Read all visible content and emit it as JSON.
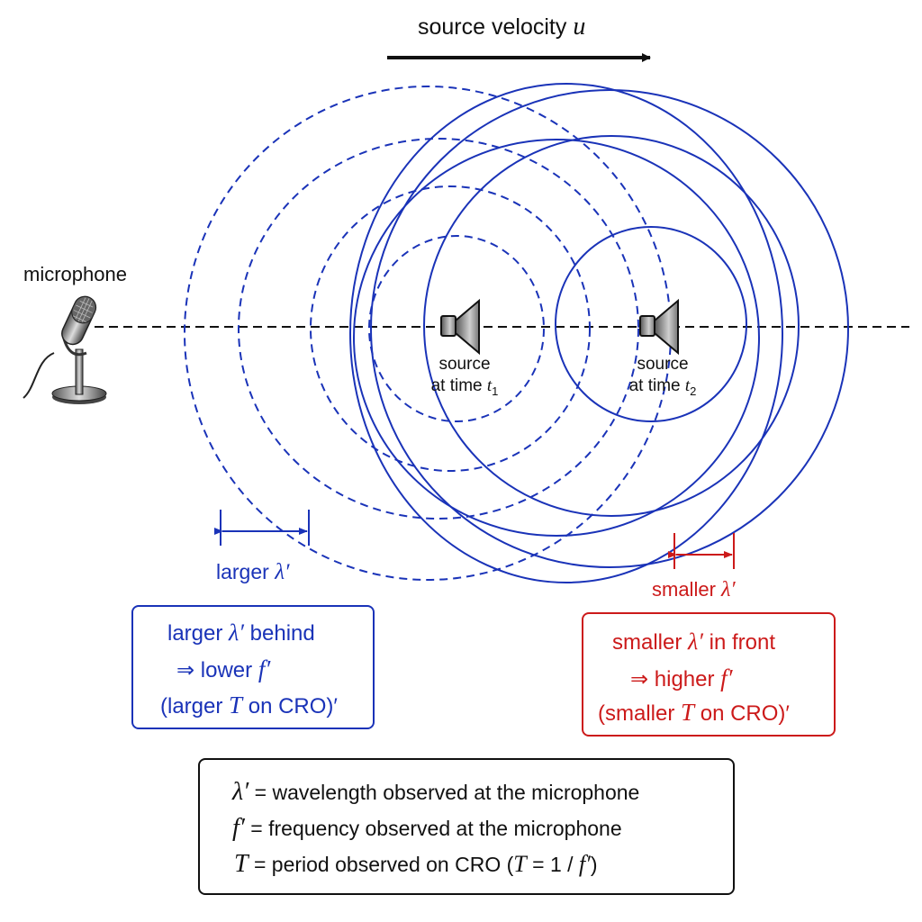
{
  "colors": {
    "blue": "#1a33b8",
    "red": "#cc1a1a",
    "black": "#111111"
  },
  "labels": {
    "velocity_text": "source velocity",
    "velocity_symbol": "u",
    "microphone": "microphone",
    "source1_line1": "source",
    "source1_line2": "at time",
    "source1_symbol": "t",
    "source1_sub": "1",
    "source2_line1": "source",
    "source2_line2": "at time",
    "source2_symbol": "t",
    "source2_sub": "2",
    "larger_text": "larger",
    "smaller_text": "smaller",
    "lambda_prime": "λ′"
  },
  "behind_box": {
    "l1_pre": "larger",
    "l1_sym": "λ′",
    "l1_post": "behind",
    "l2_pre": "⇒ lower",
    "l2_sym": "f′",
    "l3_pre": "(larger",
    "l3_sym": "T",
    "l3_post": "on CRO)′"
  },
  "front_box": {
    "l1_pre": "smaller",
    "l1_sym": "λ′",
    "l1_post": "in front",
    "l2_pre": "⇒ higher",
    "l2_sym": "f′",
    "l3_pre": "(smaller",
    "l3_sym": "T",
    "l3_post": "on CRO)′"
  },
  "legend": {
    "row1_sym": "λ′",
    "row1_text": "=  wavelength observed at the microphone",
    "row2_sym": "f′",
    "row2_text": "=  frequency observed at the microphone",
    "row3_sym": "T",
    "row3_text": "=  period observed on CRO (",
    "row3_formula_sym": "T",
    "row3_formula_rest": "= 1 /",
    "row3_formula_sym2": "f′",
    "row3_close": ")"
  }
}
